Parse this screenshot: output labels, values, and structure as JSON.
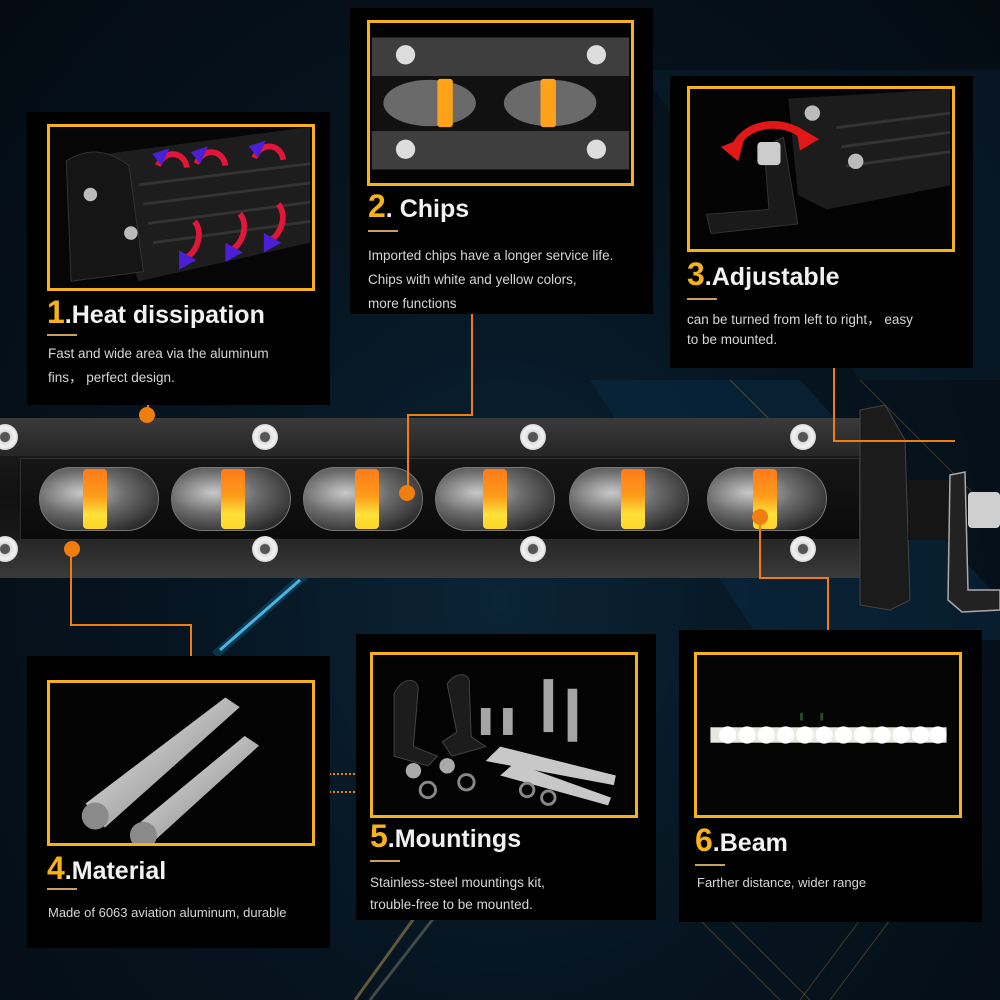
{
  "colors": {
    "accent": "#f6b21b",
    "connector": "#ef7d0f",
    "panel_bg": "#000000",
    "background": "#061521",
    "heading": "#f2f2f2",
    "body_text": "#d6d6d6"
  },
  "features": [
    {
      "number": "1",
      "title": ".Heat dissipation",
      "description_lines": [
        "Fast and wide area via the aluminum",
        "fins， perfect design."
      ],
      "image": "light-bar-end-cap-with-heat-flow-arrows"
    },
    {
      "number": "2",
      "title": ". Chips",
      "description_lines": [
        "Imported chips have a longer service life.",
        "Chips with white and yellow colors,",
        "more functions"
      ],
      "image": "led-chips-close-up"
    },
    {
      "number": "3",
      "title": ".Adjustable",
      "description_lines": [
        "can be turned from left to right， easy",
        "to be mounted."
      ],
      "image": "bracket-rotation-arrows"
    },
    {
      "number": "4",
      "title": ".Material",
      "description_lines": [
        "Made of 6063 aviation aluminum, durable"
      ],
      "image": "aluminum-profiles"
    },
    {
      "number": "5",
      "title": ".Mountings",
      "description_lines": [
        "Stainless-steel mountings kit,",
        "trouble-free to be mounted."
      ],
      "image": "mounting-kit-brackets-bolts-hex-keys"
    },
    {
      "number": "6",
      "title": ".Beam",
      "description_lines": [
        "Farther distance, wider range"
      ],
      "image": "light-bar-illuminated-beam"
    }
  ],
  "center_product": {
    "name": "single-row-led-light-bar",
    "lens_count": 6
  }
}
